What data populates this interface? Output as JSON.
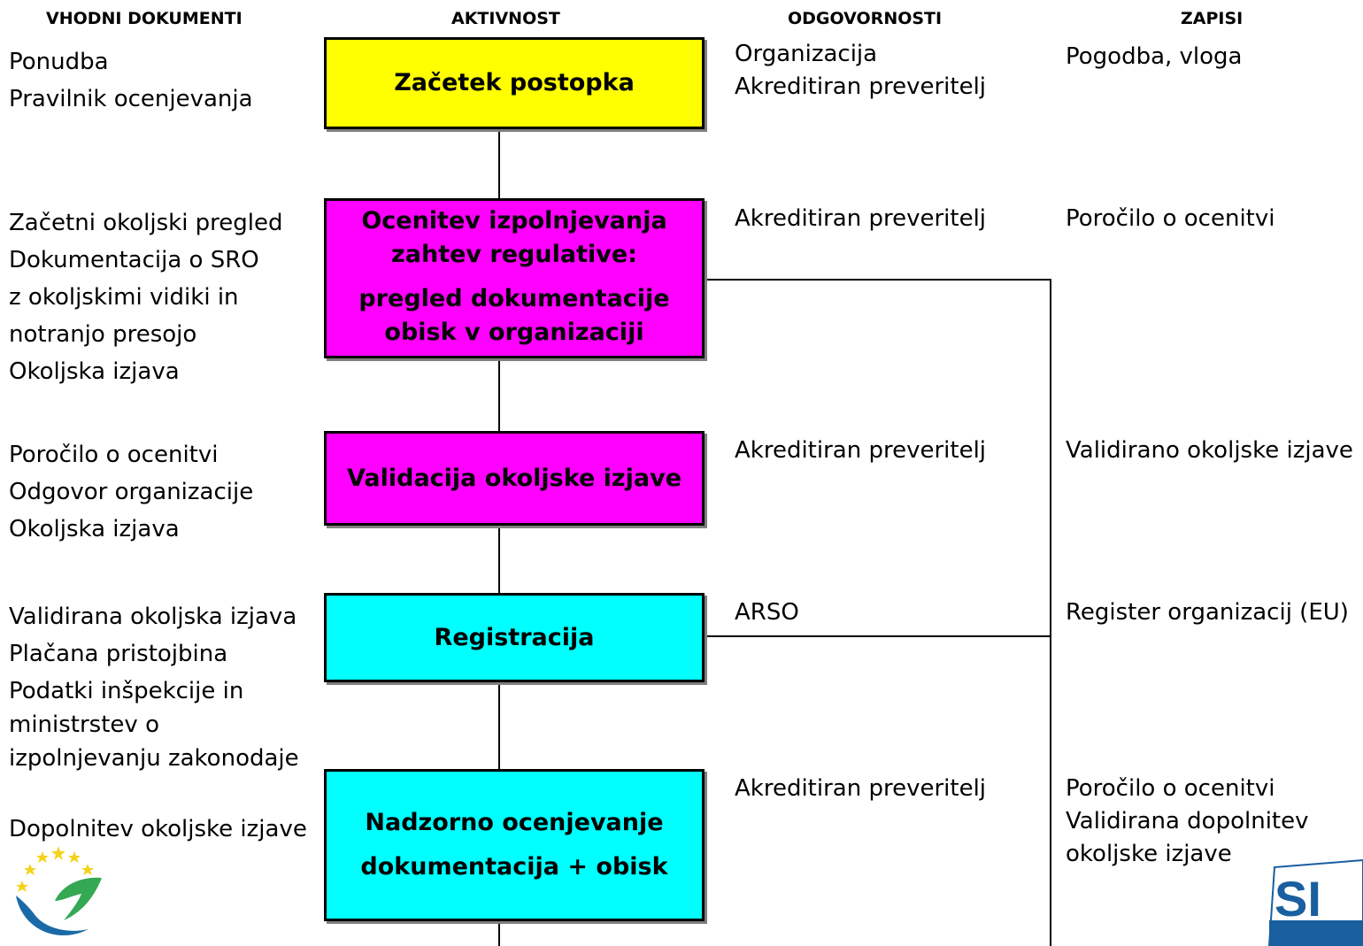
{
  "headers": {
    "inputs": "VHODNI DOKUMENTI",
    "activity": "AKTIVNOST",
    "responsibility": "ODGOVORNOSTI",
    "records": "ZAPISI"
  },
  "colors": {
    "box_start": "#ffff00",
    "box_magenta": "#ff00ff",
    "box_cyan": "#00ffff",
    "logo_blue": "#1a6aa8",
    "logo_green": "#34a853",
    "logo_star": "#f3d21b",
    "logo_si": "#1a5fa0"
  },
  "steps": [
    {
      "activity": [
        "Začetek postopka"
      ],
      "inputs": [
        "Ponudba",
        "Pravilnik ocenjevanja"
      ],
      "responsibility": [
        "Organizacija",
        "Akreditiran preveritelj"
      ],
      "records": [
        "Pogodba, vloga"
      ]
    },
    {
      "activity": [
        "Ocenitev izpolnjevanja",
        "zahtev regulative:",
        "pregled dokumentacije",
        "obisk v organizaciji"
      ],
      "inputs": [
        "Začetni okoljski pregled",
        "Dokumentacija o SRO",
        "z okoljskimi vidiki in",
        "notranjo presojo",
        "Okoljska izjava"
      ],
      "responsibility": [
        "Akreditiran preveritelj"
      ],
      "records": [
        "Poročilo o ocenitvi"
      ]
    },
    {
      "activity": [
        "Validacija okoljske izjave"
      ],
      "inputs": [
        "Poročilo o ocenitvi",
        "Odgovor organizacije",
        "Okoljska izjava"
      ],
      "responsibility": [
        "Akreditiran preveritelj"
      ],
      "records": [
        "Validirano okoljske izjave"
      ]
    },
    {
      "activity": [
        "Registracija"
      ],
      "inputs": [
        "Validirana okoljska izjava",
        "Plačana pristojbina",
        "Podatki inšpekcije in",
        "ministrstev o",
        "izpolnjevanju zakonodaje"
      ],
      "responsibility": [
        "ARSO"
      ],
      "records": [
        "Register organizacij (EU)"
      ]
    },
    {
      "activity": [
        "Nadzorno ocenjevanje",
        "dokumentacija + obisk"
      ],
      "inputs": [
        "Dopolnitev okoljske izjave"
      ],
      "responsibility": [
        "Akreditiran preveritelj"
      ],
      "records": [
        "Poročilo o ocenitvi",
        "Validirana dopolnitev",
        "okoljske izjave"
      ]
    }
  ],
  "logo_right_text": "SI"
}
